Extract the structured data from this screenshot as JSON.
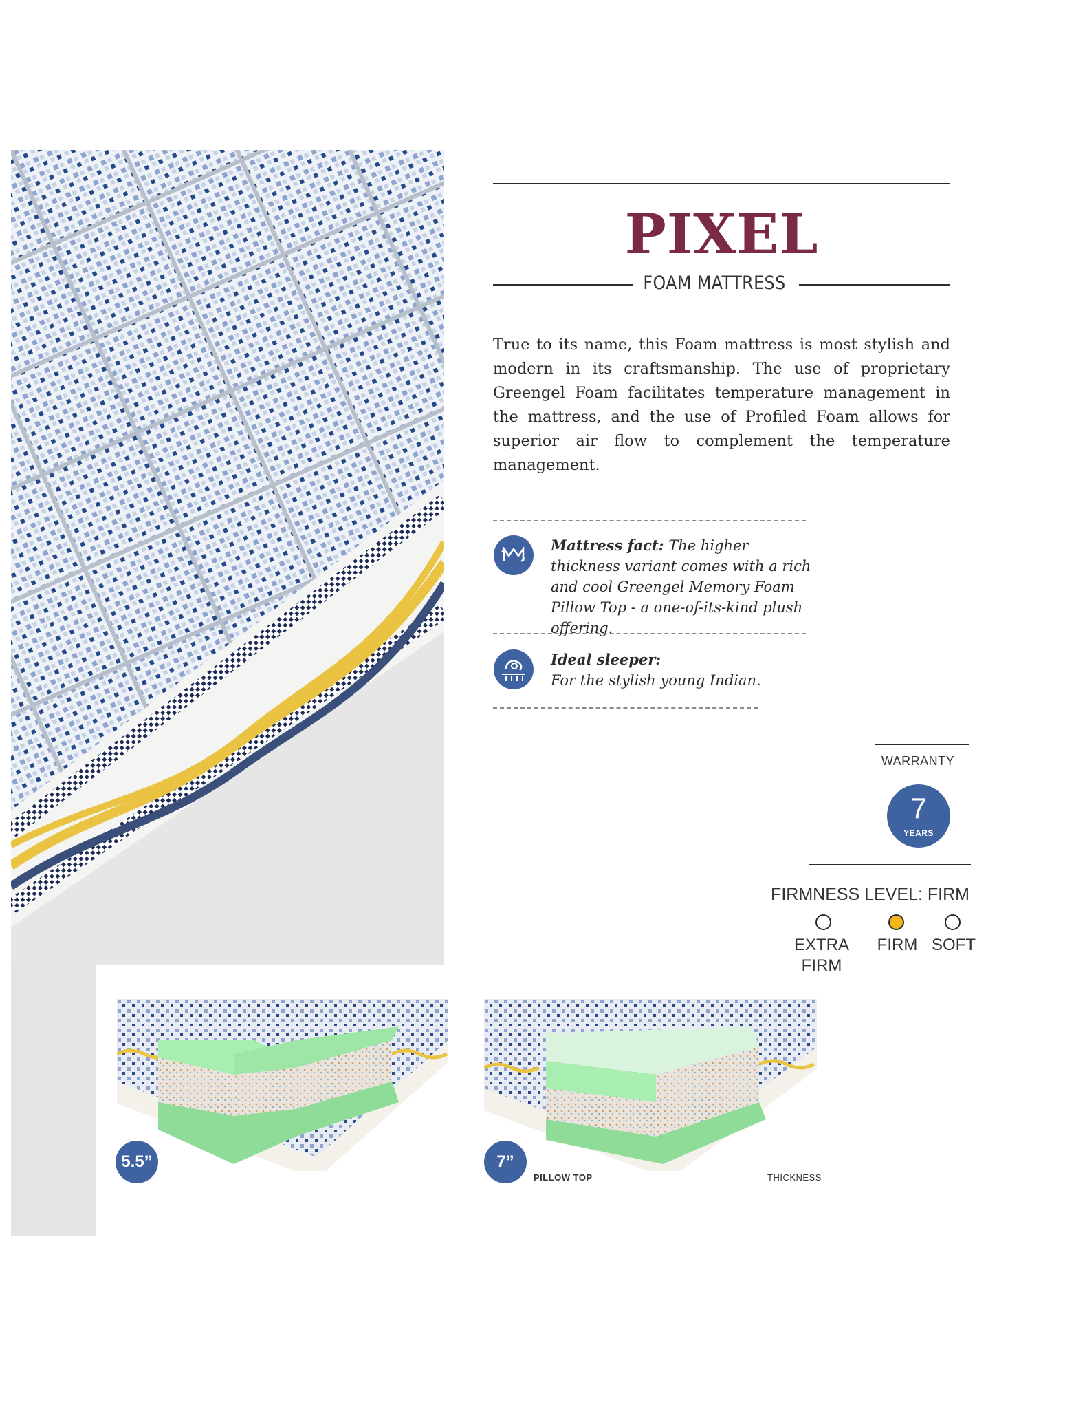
{
  "product": {
    "title": "PIXEL",
    "subtitle": "FOAM MATTRESS",
    "description": "True to its name, this Foam mattress is most stylish and modern in its craftsmanship. The use of proprietary Greengel Foam facilitates temperature management in the mattress, and the use of Profiled Foam allows for superior air flow to complement the temperature management."
  },
  "facts": [
    {
      "icon": "airflow-icon",
      "heading": "Mattress fact:",
      "text": " The higher thickness variant comes with a rich and cool Greengel Memory Foam Pillow Top - a one-of-its-kind plush offering."
    },
    {
      "icon": "sleeper-icon",
      "heading": "Ideal sleeper:",
      "text": "For the stylish young Indian."
    }
  ],
  "warranty": {
    "label": "WARRANTY",
    "value": "7",
    "unit": "YEARS"
  },
  "firmness": {
    "title": "FIRMNESS LEVEL: FIRM",
    "options": [
      "EXTRA FIRM",
      "FIRM",
      "SOFT"
    ],
    "selected_index": 1
  },
  "variants": [
    {
      "size": "5.5”"
    },
    {
      "size": "7”",
      "caption": "PILLOW TOP",
      "note": "THICKNESS"
    }
  ],
  "colors": {
    "title": "#7b2a43",
    "accent_blue": "#3f63a1",
    "firm_yellow": "#f3b51b",
    "foam_green": "#9ee6a6"
  }
}
